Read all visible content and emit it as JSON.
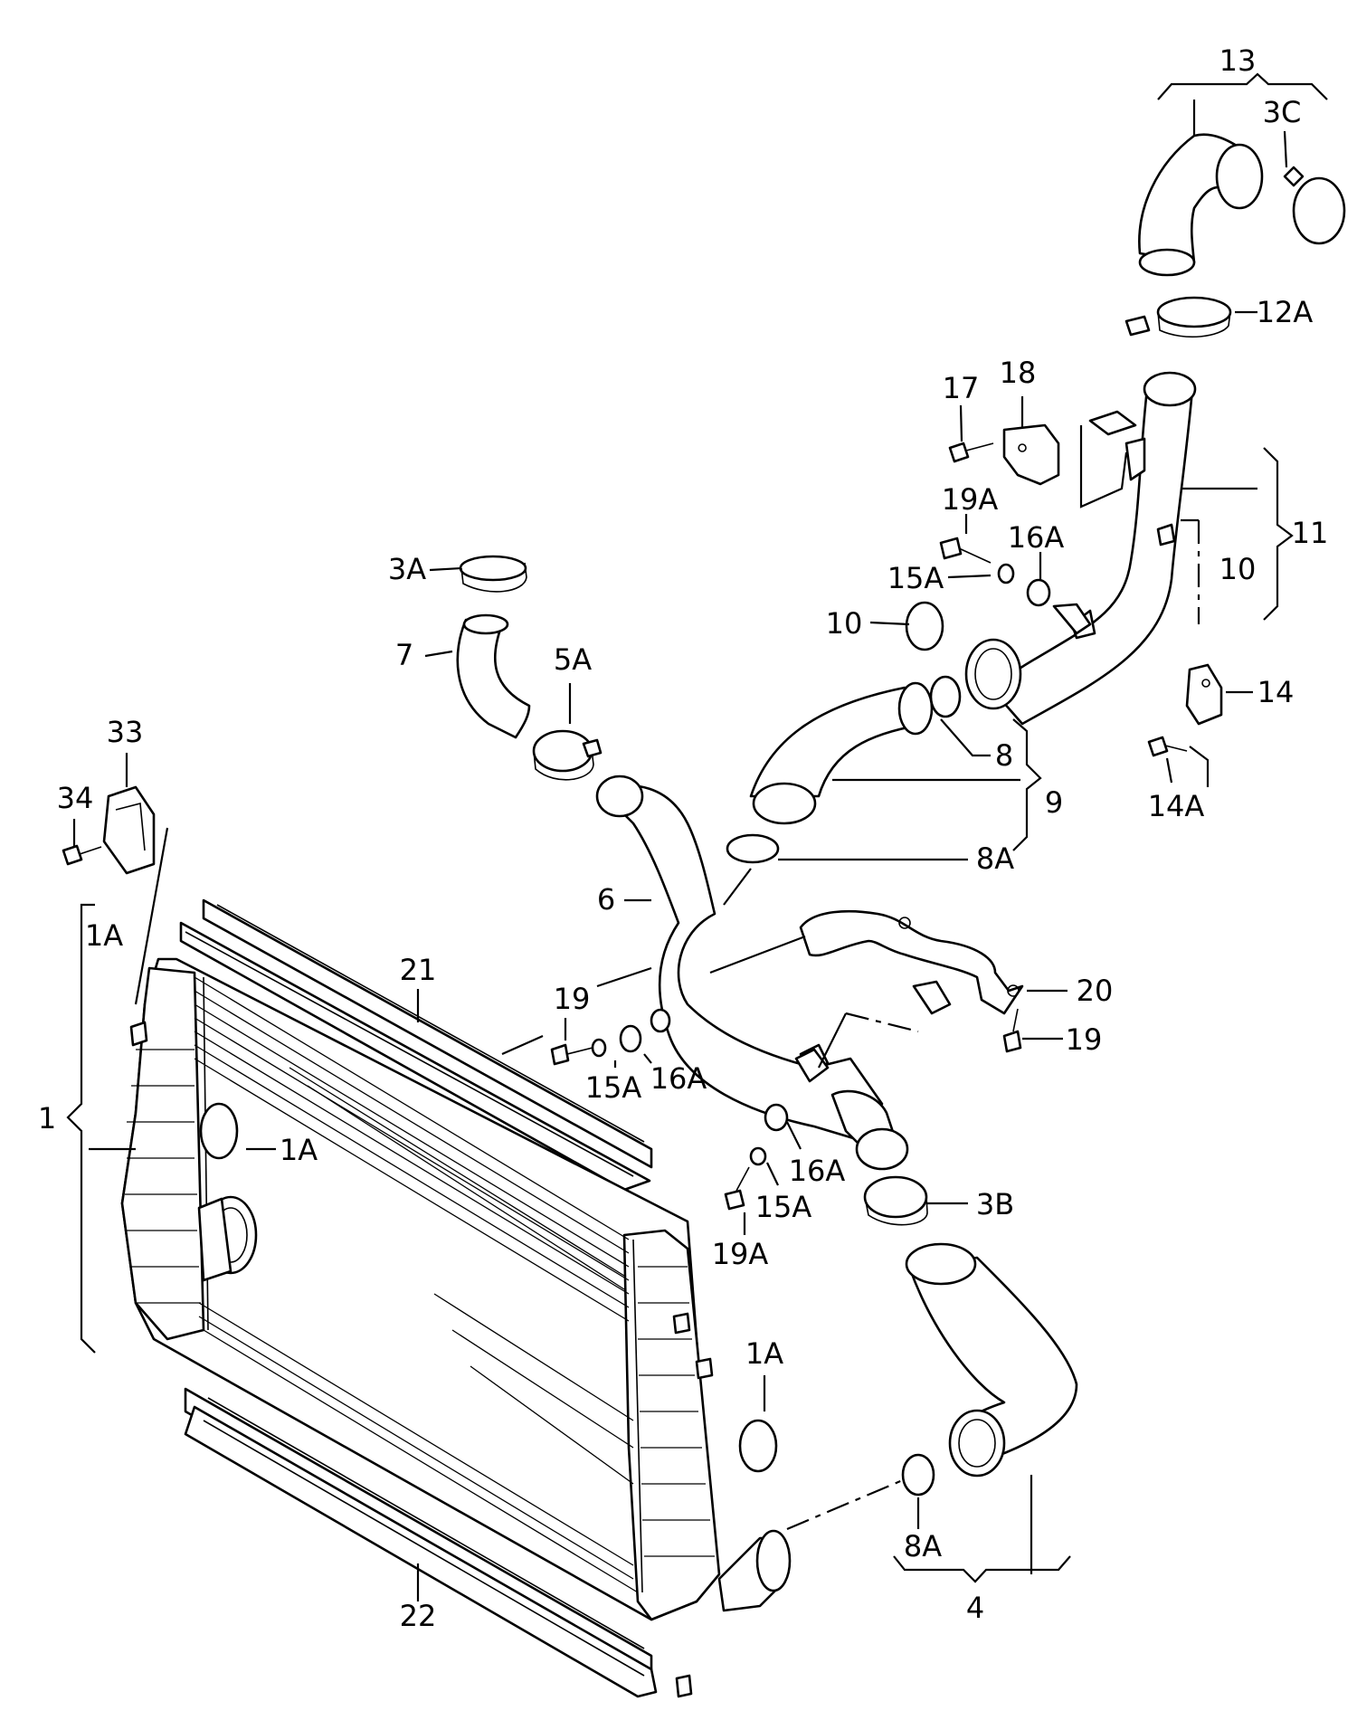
{
  "diagram": {
    "labels": {
      "p13": "13",
      "p3c": "3C",
      "p12a": "12A",
      "p17": "17",
      "p18": "18",
      "p19a_top": "19A",
      "p16a_top": "16A",
      "p15a_top": "15A",
      "p11": "11",
      "p10_right": "10",
      "p10_left": "10",
      "p3a": "3A",
      "p7": "7",
      "p5a": "5A",
      "p8_top": "8",
      "p9": "9",
      "p8a_top": "8A",
      "p14": "14",
      "p14a": "14A",
      "p33": "33",
      "p34": "34",
      "p6": "6",
      "p1a_top": "1A",
      "p21": "21",
      "p19_left": "19",
      "p20": "20",
      "p19_right": "19",
      "p15a_left": "15A",
      "p16a_left": "16A",
      "p1": "1",
      "p1a_mid": "1A",
      "p16a_mid": "16A",
      "p15a_mid": "15A",
      "p3b": "3B",
      "p19a_bottom": "19A",
      "p1a_bottom": "1A",
      "p8a_bottom": "8A",
      "p22": "22",
      "p4": "4"
    }
  }
}
